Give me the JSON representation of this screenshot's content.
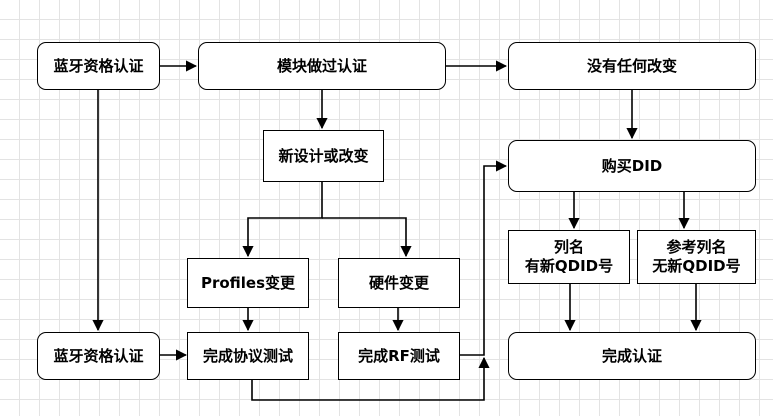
{
  "nodes": {
    "bt_cert_top": "蓝牙资格认证",
    "module_certified": "模块做过认证",
    "no_change": "没有任何改变",
    "new_design": "新设计或改变",
    "buy_did": "购买DID",
    "listing_line1": "列名",
    "listing_line2": "有新QDID号",
    "ref_listing_line1": "参考列名",
    "ref_listing_line2": "无新QDID号",
    "profiles_change": "Profiles变更",
    "hardware_change": "硬件变更",
    "bt_cert_bottom": "蓝牙资格认证",
    "protocol_test": "完成协议测试",
    "rf_test": "完成RF测试",
    "cert_done": "完成认证"
  },
  "colors": {
    "stroke": "#000000",
    "fill": "#ffffff",
    "grid": "#e3e3e3"
  }
}
